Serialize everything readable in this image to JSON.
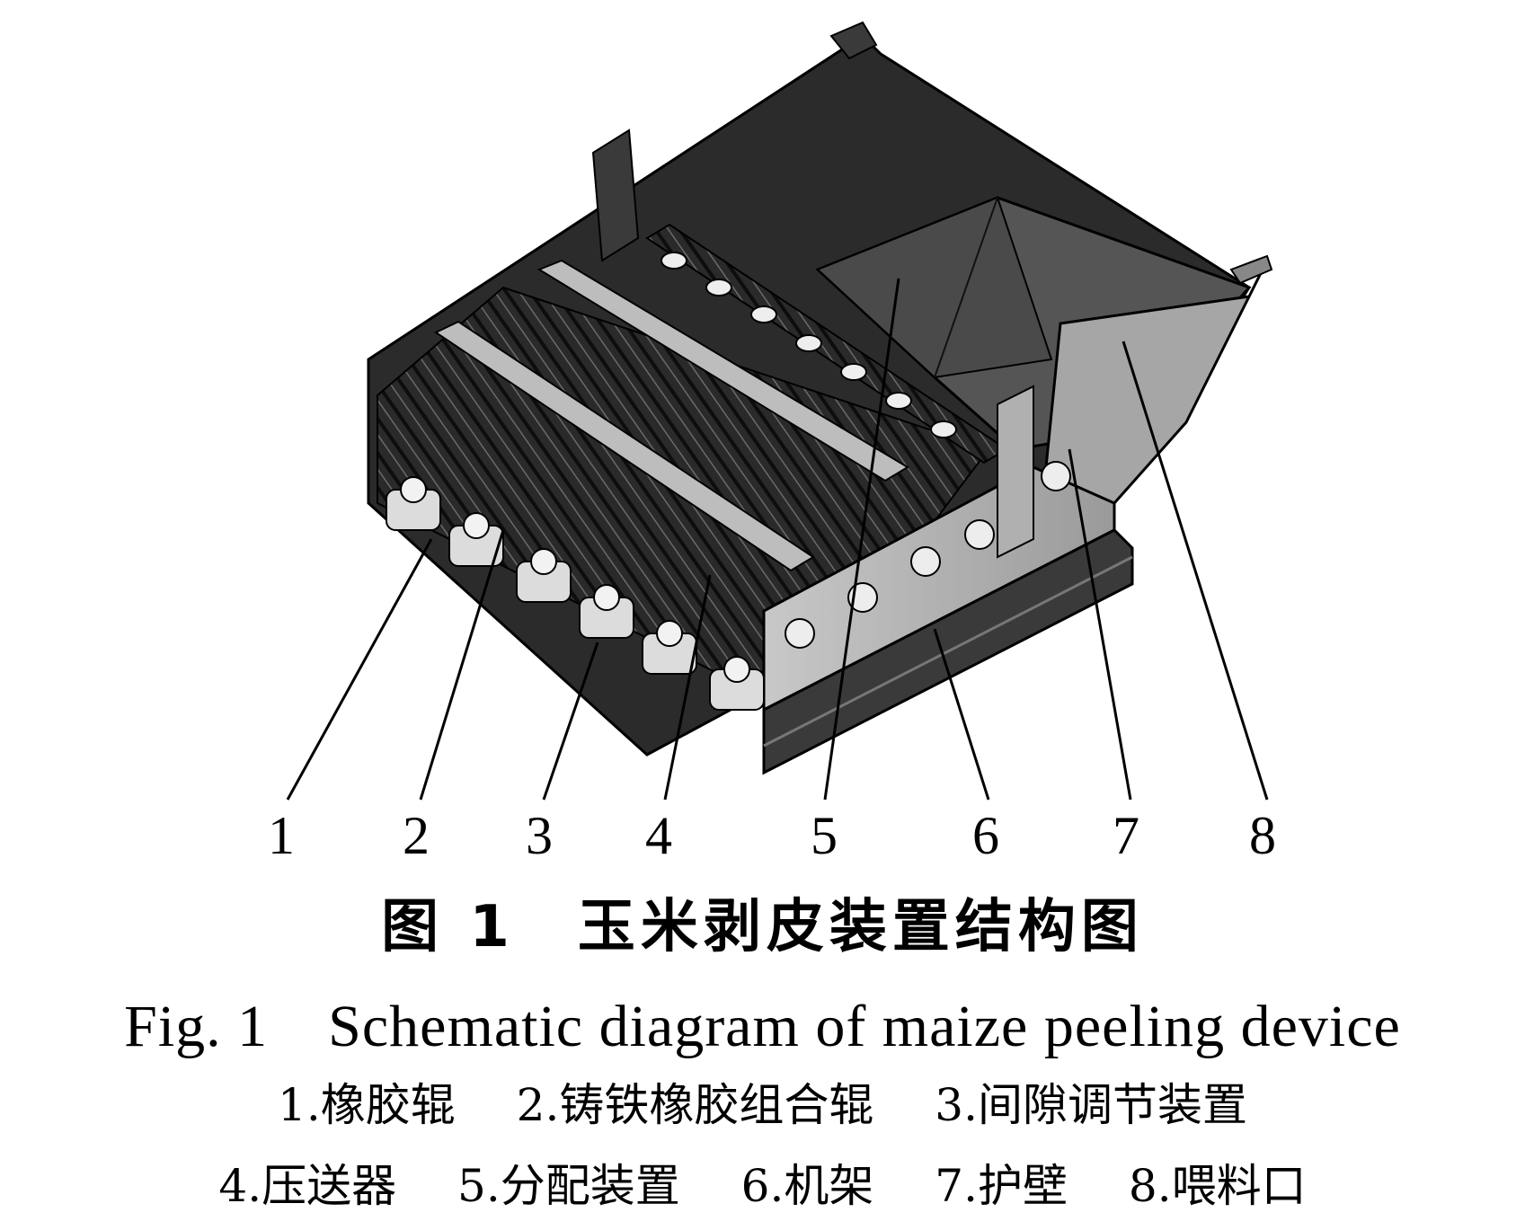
{
  "caption": {
    "cn": "图 1　玉米剥皮装置结构图",
    "en": "Fig. 1　Schematic diagram of maize peeling device"
  },
  "callouts": [
    "1",
    "2",
    "3",
    "4",
    "5",
    "6",
    "7",
    "8"
  ],
  "legend": [
    [
      "1.橡胶辊",
      "2.铸铁橡胶组合辊",
      "3.间隙调节装置"
    ],
    [
      "4.压送器",
      "5.分配装置",
      "6.机架",
      "7.护壁",
      "8.喂料口"
    ]
  ]
}
